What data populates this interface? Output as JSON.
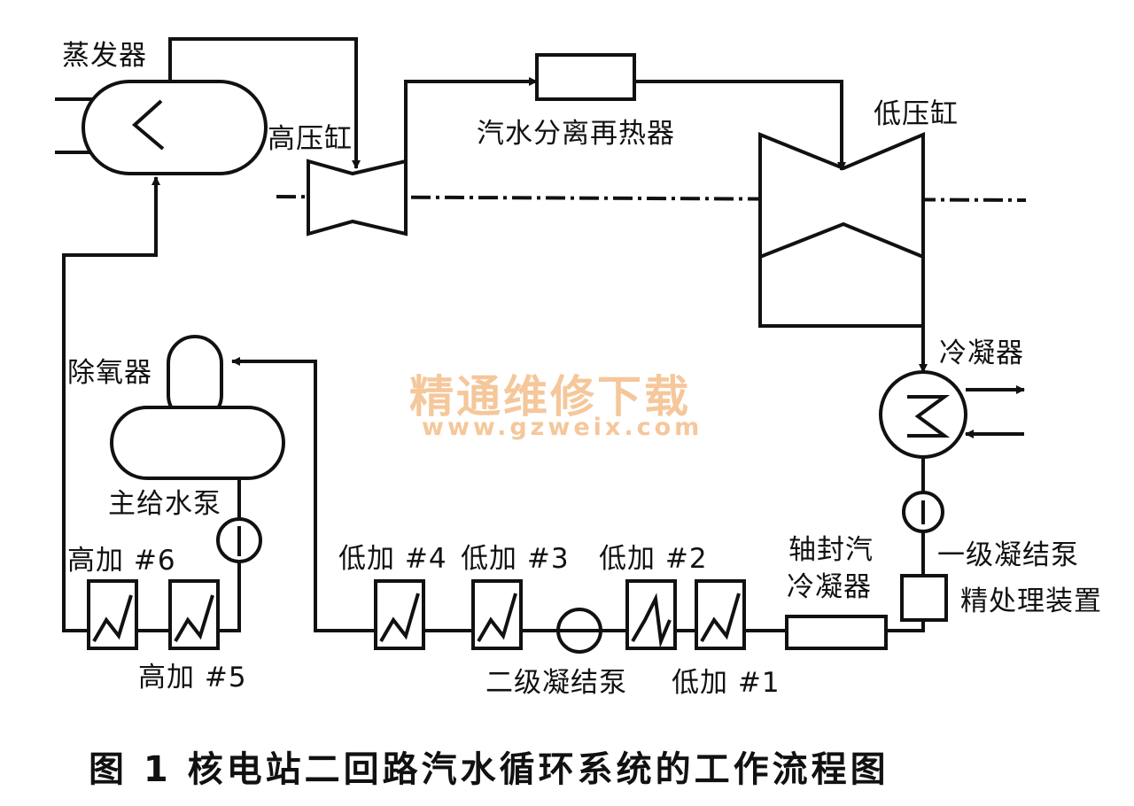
{
  "diagram": {
    "labels": {
      "steam_generator": "蒸发器",
      "hp_cylinder": "高压缸",
      "moisture_separator_reheater": "汽水分离再热器",
      "lp_cylinder": "低压缸",
      "deaerator": "除氧器",
      "main_feed_pump": "主给水泵",
      "condenser": "冷凝器",
      "first_stage_condensate_pump": "一级凝结泵",
      "polishing_unit": "精处理装置",
      "gland_steam_condenser_line1": "轴封汽",
      "gland_steam_condenser_line2": "冷凝器",
      "hp_heater_6": "高加 #6",
      "hp_heater_5": "高加 #5",
      "lp_heater_4": "低加 #4",
      "lp_heater_3": "低加 #3",
      "lp_heater_2": "低加 #2",
      "lp_heater_1": "低加 #1",
      "second_stage_condensate_pump": "二级凝结泵"
    },
    "watermark": {
      "line1": "精通维修下载",
      "line2": "www.gzweix.com"
    },
    "caption": "图 1    核电站二回路汽水循环系统的工作流程图"
  }
}
